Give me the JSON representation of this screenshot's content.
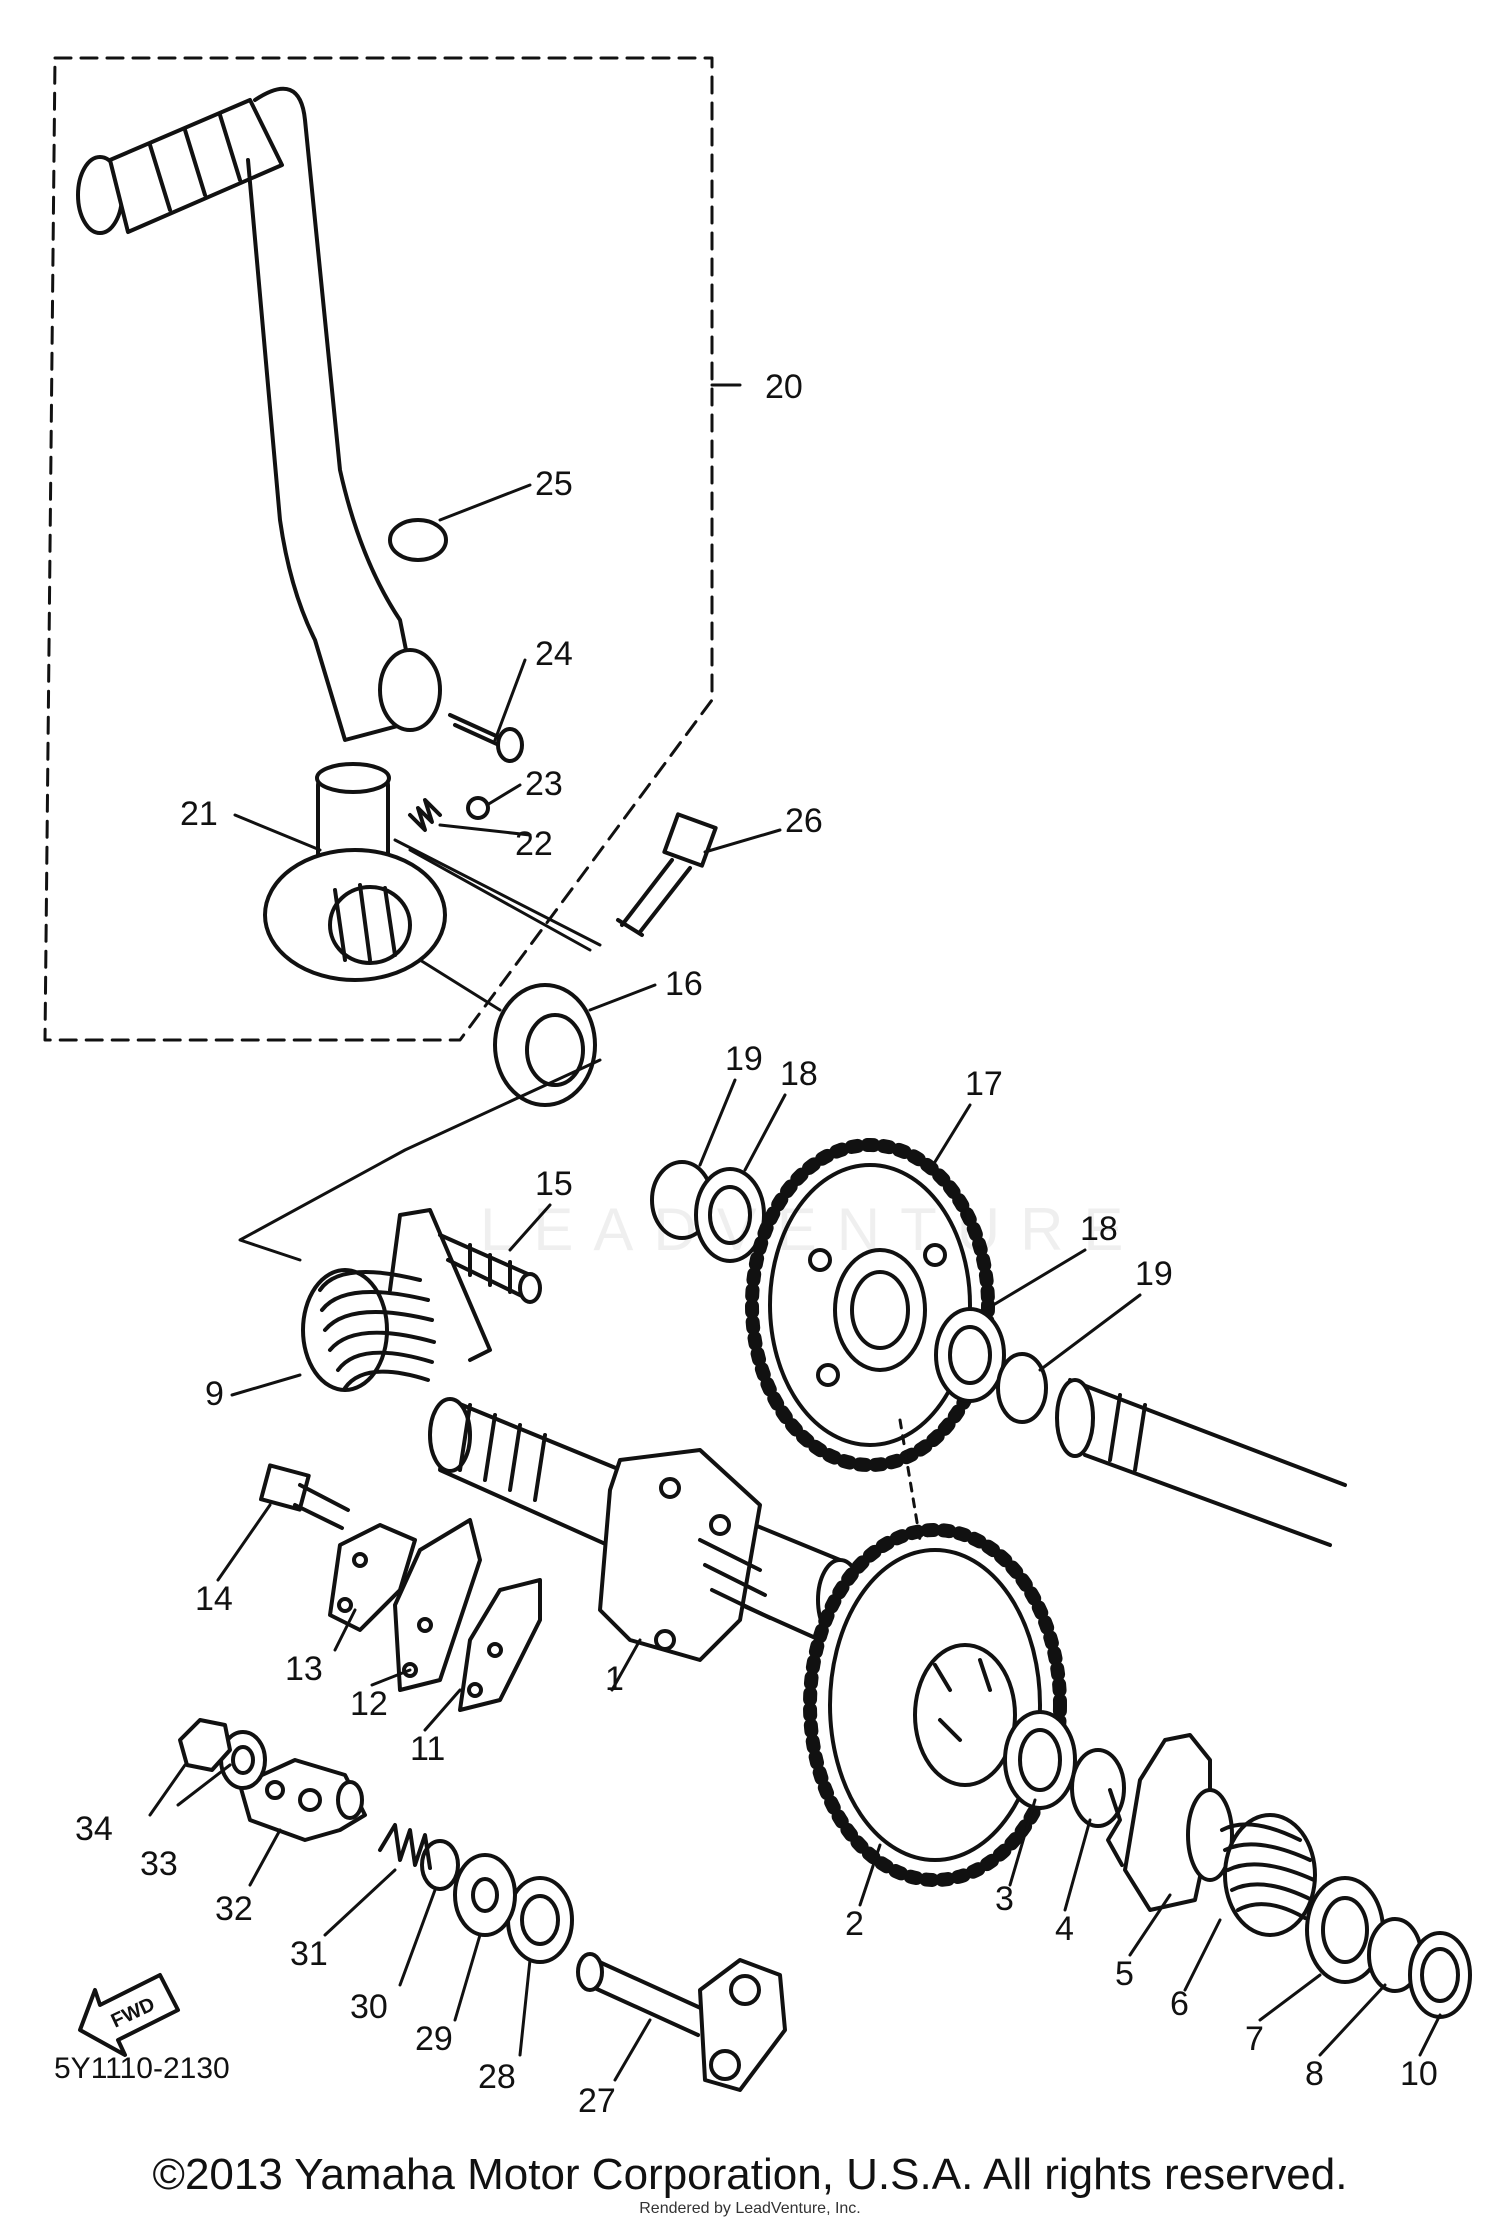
{
  "diagram": {
    "group_label": "20",
    "labels": [
      "1",
      "2",
      "3",
      "4",
      "5",
      "6",
      "7",
      "8",
      "9",
      "10",
      "11",
      "12",
      "13",
      "14",
      "15",
      "16",
      "17",
      "18",
      "18",
      "19",
      "19",
      "21",
      "22",
      "23",
      "24",
      "25",
      "26",
      "27",
      "28",
      "29",
      "30",
      "31",
      "32",
      "33",
      "34"
    ],
    "fwd_arrow": "FWD"
  },
  "drawing_code": "5Y1110-2130",
  "copyright": "©2013 Yamaha Motor Corporation, U.S.A. All rights reserved.",
  "rendered_by": "Rendered by LeadVenture, Inc.",
  "watermark": "LEADVENTURE",
  "colors": {
    "ink": "#111111",
    "paper": "#ffffff"
  }
}
